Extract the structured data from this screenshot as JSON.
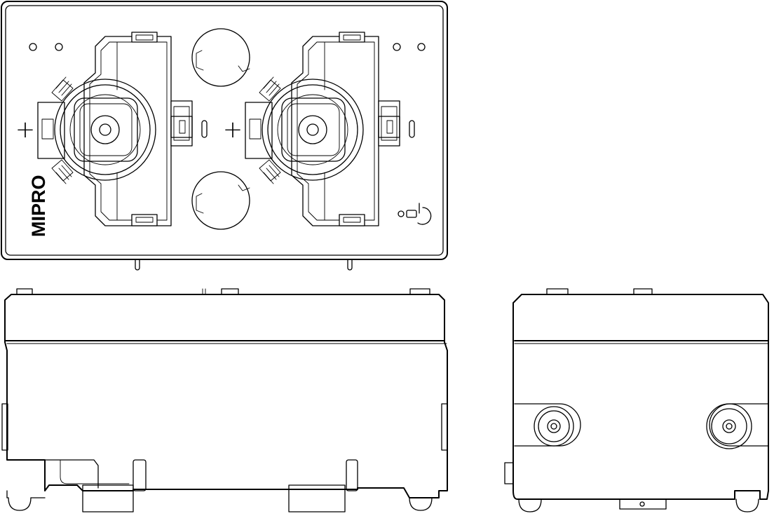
{
  "brand": {
    "logo_text": "MIPRO"
  },
  "symbols": {
    "polarity_positive": "+",
    "power_icon": "power-button-icon"
  },
  "views": [
    "top-view",
    "front-view",
    "side-view"
  ],
  "colors": {
    "line": "#000000",
    "background": "#ffffff"
  }
}
